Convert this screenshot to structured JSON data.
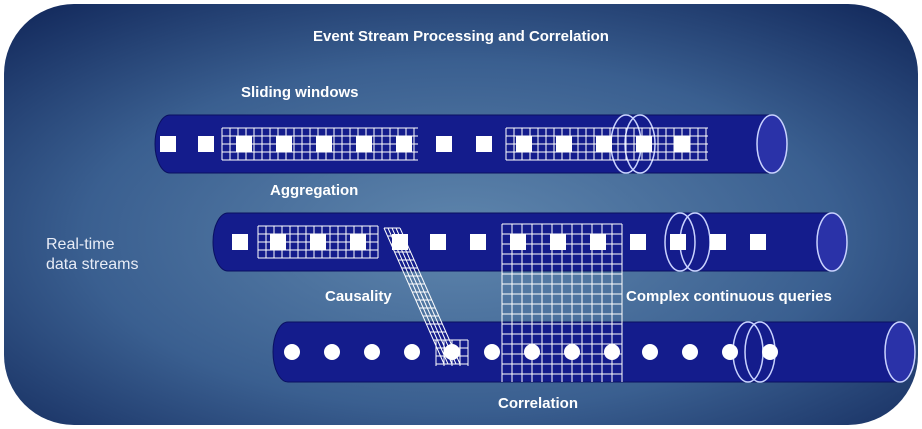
{
  "title": "Event Stream Processing and Correlation",
  "labels": {
    "sliding_windows": "Sliding windows",
    "aggregation": "Aggregation",
    "realtime_line1": "Real-time",
    "realtime_line2": "data streams",
    "causality": "Causality",
    "complex_queries": "Complex continuous queries",
    "correlation": "Correlation"
  },
  "colors": {
    "background_outer": "#dfe6f4",
    "background_inner": "#1b3a78",
    "stream": "#141c8c",
    "grid": "#ffffff",
    "event": "#ffffff"
  },
  "streams": [
    {
      "name": "stream-1",
      "event_shape": "square",
      "events": 14
    },
    {
      "name": "stream-2",
      "event_shape": "square",
      "events": 14
    },
    {
      "name": "stream-3",
      "event_shape": "circle",
      "events": 13
    }
  ]
}
